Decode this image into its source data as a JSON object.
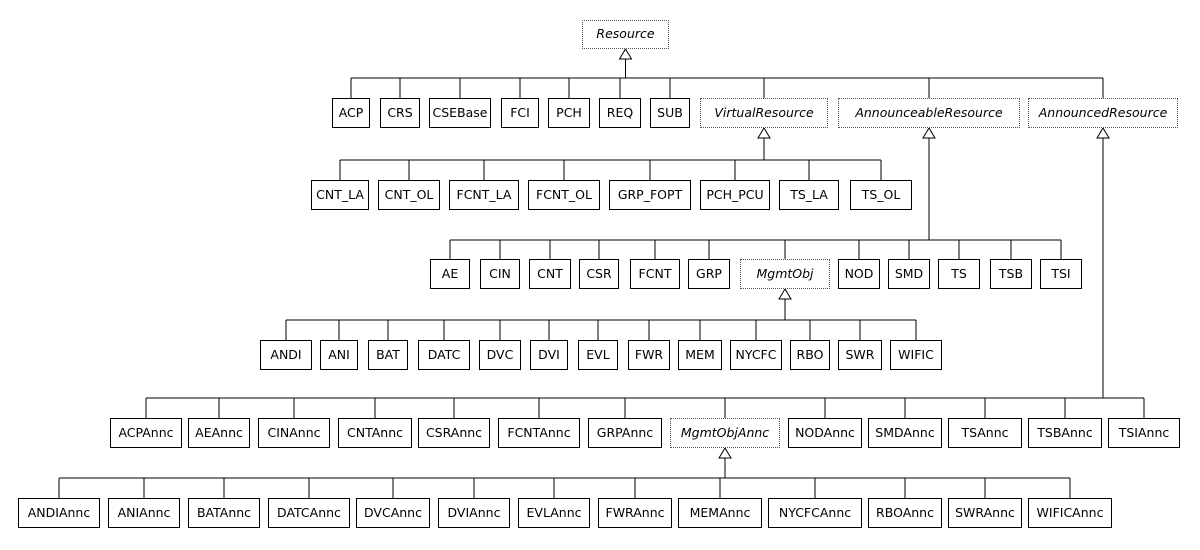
{
  "root": "Resource",
  "level1": {
    "concrete": [
      "ACP",
      "CRS",
      "CSEBase",
      "FCI",
      "PCH",
      "REQ",
      "SUB"
    ],
    "virtual_resource": "VirtualResource",
    "announceable_resource": "AnnounceableResource",
    "announced_resource": "AnnouncedResource"
  },
  "virtual_children": [
    "CNT_LA",
    "CNT_OL",
    "FCNT_LA",
    "FCNT_OL",
    "GRP_FOPT",
    "PCH_PCU",
    "TS_LA",
    "TS_OL"
  ],
  "announceable_children": {
    "before": [
      "AE",
      "CIN",
      "CNT",
      "CSR",
      "FCNT",
      "GRP"
    ],
    "mgmt_obj": "MgmtObj",
    "after": [
      "NOD",
      "SMD",
      "TS",
      "TSB",
      "TSI"
    ]
  },
  "mgmt_obj_children": [
    "ANDI",
    "ANI",
    "BAT",
    "DATC",
    "DVC",
    "DVI",
    "EVL",
    "FWR",
    "MEM",
    "NYCFC",
    "RBO",
    "SWR",
    "WIFIC"
  ],
  "announced_children": {
    "before": [
      "ACPAnnc",
      "AEAnnc",
      "CINAnnc",
      "CNTAnnc",
      "CSRAnnc",
      "FCNTAnnc",
      "GRPAnnc"
    ],
    "mgmt_obj_annc": "MgmtObjAnnc",
    "after": [
      "NODAnnc",
      "SMDAnnc",
      "TSAnnc",
      "TSBAnnc",
      "TSIAnnc"
    ]
  },
  "mgmt_obj_annc_children": [
    "ANDIAnnc",
    "ANIAnnc",
    "BATAnnc",
    "DATCAnnc",
    "DVCAnnc",
    "DVIAnnc",
    "EVLAnnc",
    "FWRAnnc",
    "MEMAnnc",
    "NYCFCAnnc",
    "RBOAnnc",
    "SWRAnnc",
    "WIFICAnnc"
  ]
}
